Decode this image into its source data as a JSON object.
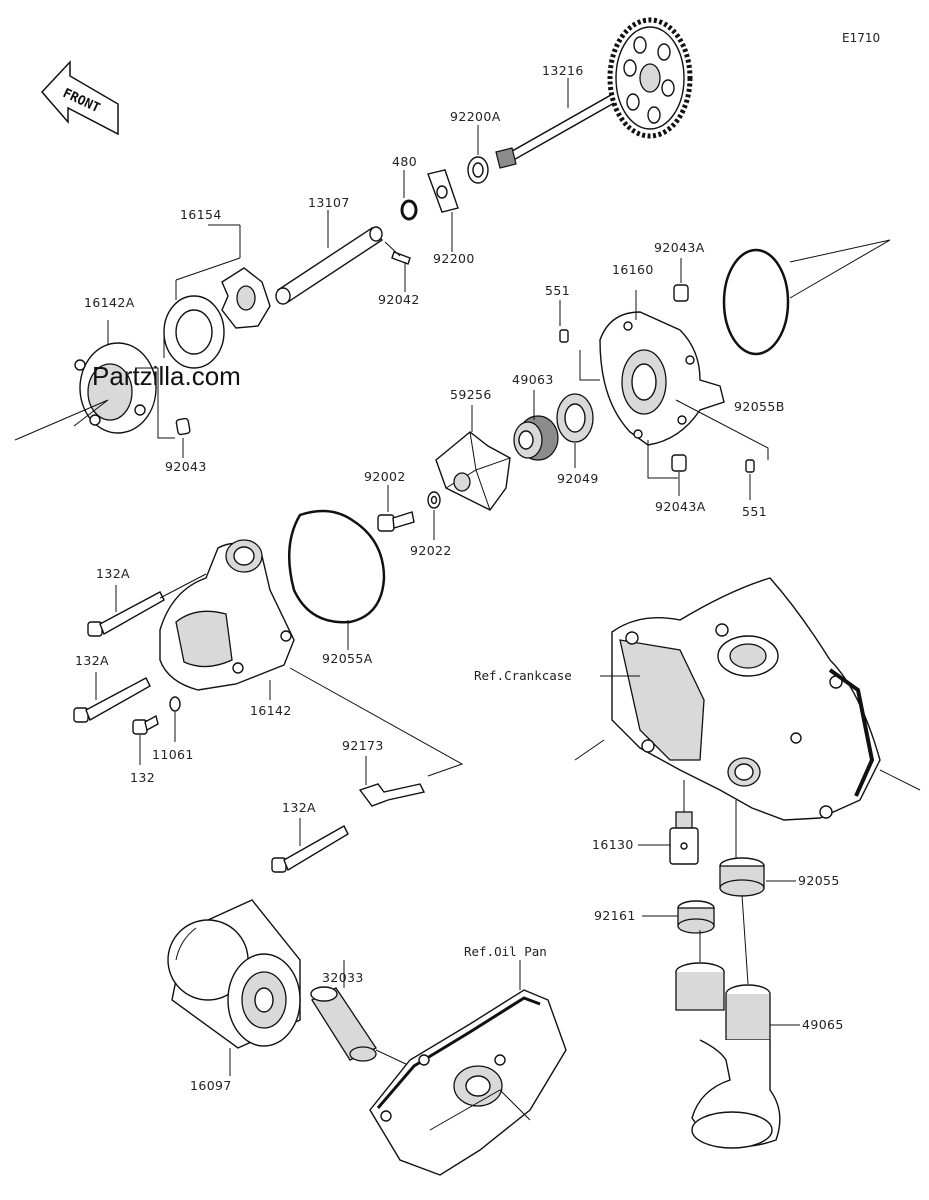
{
  "diagram_code": "E1710",
  "front_label": "FRONT",
  "watermark": "Partzilla.com",
  "refs": {
    "crankcase": "Ref.Crankcase",
    "oil_pan": "Ref.Oil Pan"
  },
  "parts": {
    "p13216": "13216",
    "p92200A": "92200A",
    "p480": "480",
    "p13107": "13107",
    "p16154": "16154",
    "p92200": "92200",
    "p92042": "92042",
    "p16142A": "16142A",
    "p92043": "92043",
    "p92043A_top": "92043A",
    "p16160": "16160",
    "p551_top": "551",
    "p49063": "49063",
    "p59256": "59256",
    "p92055B": "92055B",
    "p92049": "92049",
    "p92043A_bottom": "92043A",
    "p551_bottom": "551",
    "p92002": "92002",
    "p92022": "92022",
    "p132A_1": "132A",
    "p132A_2": "132A",
    "p92055A": "92055A",
    "p16142": "16142",
    "p11061": "11061",
    "p132": "132",
    "p92173": "92173",
    "p132A_3": "132A",
    "p16130": "16130",
    "p92055": "92055",
    "p92161": "92161",
    "p32033": "32033",
    "p16097": "16097",
    "p49065": "49065"
  }
}
